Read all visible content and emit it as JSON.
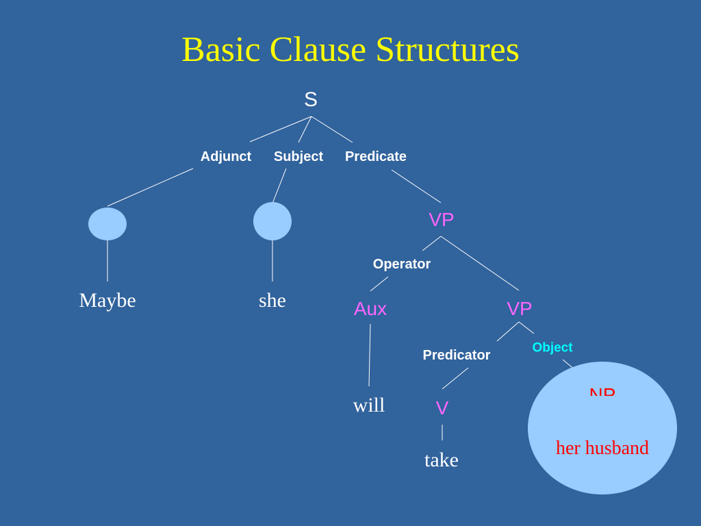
{
  "slide": {
    "title": "Basic Clause Structures",
    "background_color": "#31639c",
    "title_color": "#ffff00"
  },
  "tree": {
    "root": "S",
    "functions": {
      "adjunct": "Adjunct",
      "subject": "Subject",
      "predicate": "Predicate",
      "operator": "Operator",
      "predicator": "Predicator",
      "object": "Object"
    },
    "categories": {
      "vp_upper": "VP",
      "aux": "Aux",
      "vp_lower": "VP",
      "v": "V",
      "np": "NP"
    },
    "words": {
      "maybe": "Maybe",
      "she": "she",
      "will": "will",
      "take": "take",
      "her_husband": "her husband"
    },
    "colors": {
      "category": "#ff66ff",
      "object_label": "#00ffff",
      "highlight_text": "#ff0000",
      "node_fill": "#99ccff"
    }
  }
}
